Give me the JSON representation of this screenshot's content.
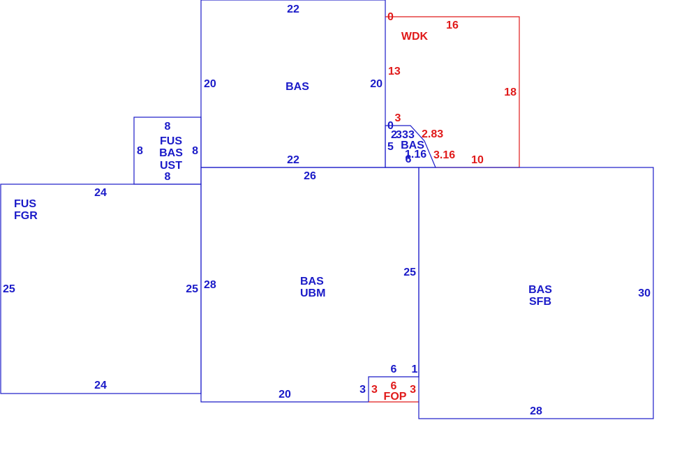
{
  "colors": {
    "building": "#1a1ac8",
    "deck": "#e01a1a",
    "background": "#ffffff"
  },
  "areas": {
    "fus_fgr": {
      "line1": "FUS",
      "line2": "FGR",
      "top": "24",
      "bottom": "24",
      "left": "25",
      "right": "25"
    },
    "fus_bas_ust": {
      "line1": "FUS",
      "line2": "BAS",
      "line3": "UST",
      "top": "8",
      "bottom": "8",
      "left": "8",
      "right": "8"
    },
    "bas_upper": {
      "label": "BAS",
      "top": "22",
      "bottom": "22",
      "left": "20",
      "right": "20"
    },
    "wdk": {
      "label": "WDK",
      "top": "16",
      "right": "18",
      "bottom": "10",
      "left": "13",
      "corner": "0",
      "step": "3",
      "diag_a": "2.83",
      "diag_b": "3.16"
    },
    "bas_small": {
      "label": "BAS",
      "top": "3",
      "left_top": "0",
      "left_short": "2",
      "left": "5",
      "mid": "3",
      "bottom": "6",
      "diag": "1.16",
      "inner": "3"
    },
    "bas_ubm": {
      "line1": "BAS",
      "line2": "UBM",
      "top": "26",
      "left": "28",
      "right": "25",
      "bottom": "20",
      "notch_left": "3",
      "notch_top": "6",
      "notch_right": "1"
    },
    "fop": {
      "label": "FOP",
      "top": "6",
      "left": "3",
      "right": "3"
    },
    "bas_sfb": {
      "line1": "BAS",
      "line2": "SFB",
      "right": "30",
      "bottom": "28"
    }
  }
}
